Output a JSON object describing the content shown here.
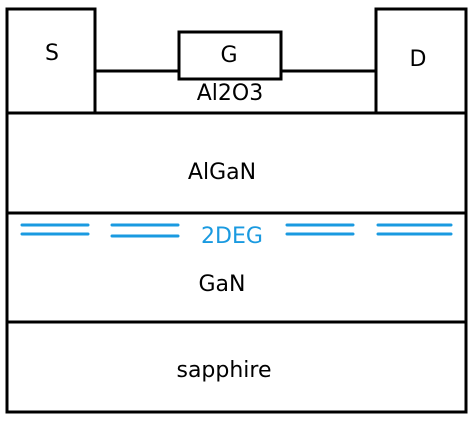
{
  "diagram": {
    "contacts": {
      "source": "S",
      "gate": "G",
      "drain": "D"
    },
    "layers": {
      "oxide": "Al2O3",
      "barrier": "AlGaN",
      "channel": "2DEG",
      "buffer": "GaN",
      "substrate": "sapphire"
    },
    "colors": {
      "line": "#000000",
      "channel": "#1a9ae0"
    }
  }
}
